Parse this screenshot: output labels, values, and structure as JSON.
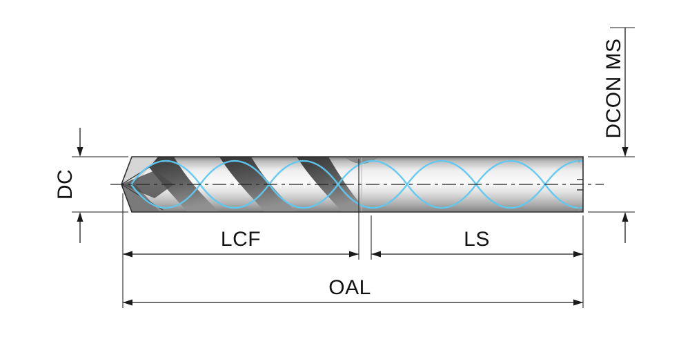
{
  "dimensions": {
    "dc": {
      "label": "DC",
      "orientation": "vertical"
    },
    "lcf": {
      "label": "LCF",
      "orientation": "horizontal"
    },
    "ls": {
      "label": "LS",
      "orientation": "horizontal"
    },
    "oal": {
      "label": "OAL",
      "orientation": "horizontal"
    },
    "dcon_ms": {
      "label": "DCON MS",
      "orientation": "vertical"
    }
  },
  "colors": {
    "coolant_channel": "#5fc8f0",
    "dimension_line": "#1a1a1a",
    "background": "#ffffff"
  }
}
